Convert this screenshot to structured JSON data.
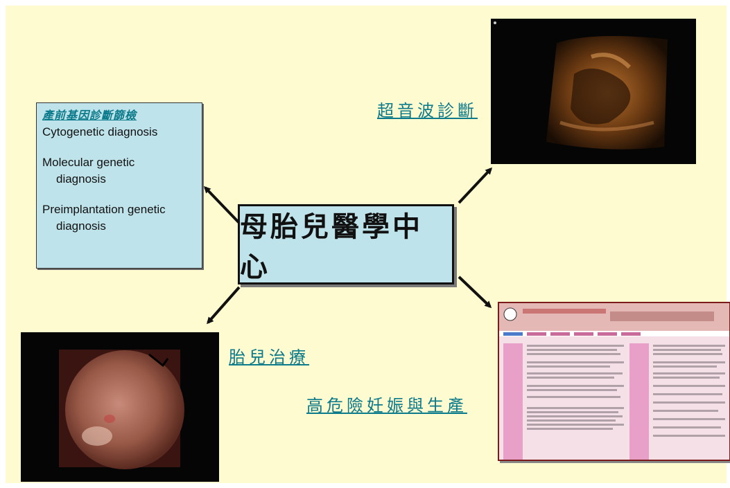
{
  "center": {
    "title": "母胎兒醫學中心"
  },
  "genetic_box": {
    "title": "產前基因診斷篩檢",
    "items": [
      {
        "line1": "Cytogenetic diagnosis",
        "line2": ""
      },
      {
        "line1": "Molecular genetic",
        "line2": "diagnosis"
      },
      {
        "line1": "Preimplantation genetic",
        "line2": "diagnosis"
      }
    ]
  },
  "links": {
    "ultrasound": "超音波診斷",
    "fetal_therapy": "胎兒治療",
    "high_risk": "高危險妊娠與生產"
  },
  "colors": {
    "background": "#fffbd0",
    "box_fill": "#bfe3ea",
    "link": "#0b7a8a"
  }
}
